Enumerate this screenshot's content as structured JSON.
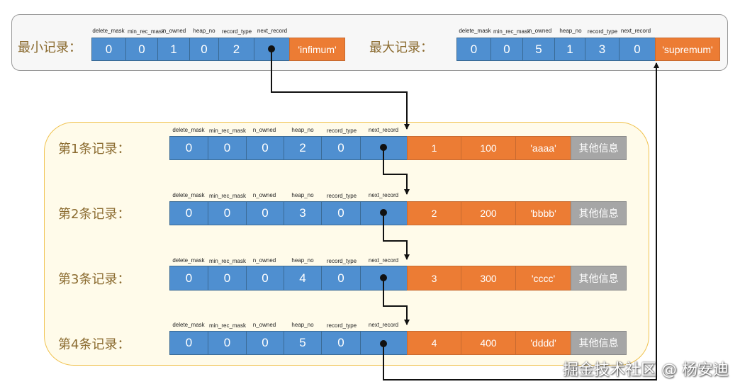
{
  "system_records": {
    "infimum": {
      "label": "最小记录：",
      "fields": [
        "delete_mask",
        "min_rec_mask",
        "n_owned",
        "heap_no",
        "record_type",
        "next_record"
      ],
      "values": [
        "0",
        "0",
        "1",
        "0",
        "2",
        ""
      ],
      "data": "'infimum'"
    },
    "supremum": {
      "label": "最大记录：",
      "fields": [
        "delete_mask",
        "min_rec_mask",
        "n_owned",
        "heap_no",
        "record_type",
        "next_record"
      ],
      "values": [
        "0",
        "0",
        "5",
        "1",
        "3",
        "0"
      ],
      "data": "'supremum'"
    }
  },
  "user_records": [
    {
      "label": "第1条记录：",
      "fields": [
        "delete_mask",
        "min_rec_mask",
        "n_owned",
        "heap_no",
        "record_type",
        "next_record"
      ],
      "values": [
        "0",
        "0",
        "0",
        "2",
        "0",
        ""
      ],
      "data": [
        "1",
        "100",
        "'aaaa'"
      ],
      "other": "其他信息"
    },
    {
      "label": "第2条记录：",
      "fields": [
        "delete_mask",
        "min_rec_mask",
        "n_owned",
        "heap_no",
        "record_type",
        "next_record"
      ],
      "values": [
        "0",
        "0",
        "0",
        "3",
        "0",
        ""
      ],
      "data": [
        "2",
        "200",
        "'bbbb'"
      ],
      "other": "其他信息"
    },
    {
      "label": "第3条记录：",
      "fields": [
        "delete_mask",
        "min_rec_mask",
        "n_owned",
        "heap_no",
        "record_type",
        "next_record"
      ],
      "values": [
        "0",
        "0",
        "0",
        "4",
        "0",
        ""
      ],
      "data": [
        "3",
        "300",
        "'cccc'"
      ],
      "other": "其他信息"
    },
    {
      "label": "第4条记录：",
      "fields": [
        "delete_mask",
        "min_rec_mask",
        "n_owned",
        "heap_no",
        "record_type",
        "next_record"
      ],
      "values": [
        "0",
        "0",
        "0",
        "5",
        "0",
        ""
      ],
      "data": [
        "4",
        "400",
        "'dddd'"
      ],
      "other": "其他信息"
    }
  ],
  "watermark": "掘金技术社区 @ 杨安迪"
}
